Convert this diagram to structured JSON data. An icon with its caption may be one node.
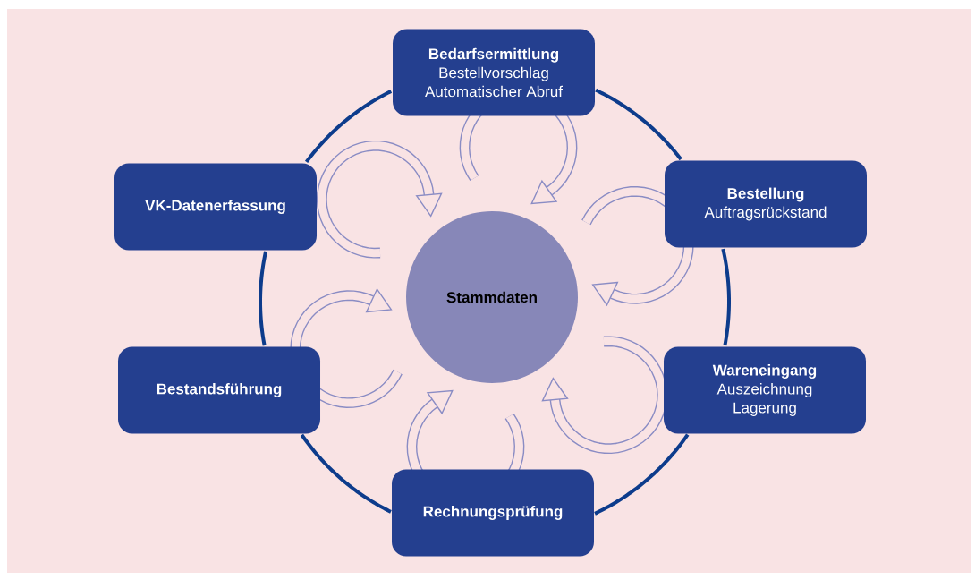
{
  "diagram": {
    "nodes": [
      {
        "text": [
          "Bedarfsermittlung",
          "Bestellvorschlag",
          "Automatischer Abruf"
        ]
      },
      {
        "text": [
          "VK-Datenerfassung"
        ]
      },
      {
        "text": [
          "Bestellung",
          "Auftragsrückstand"
        ]
      },
      {
        "text": [
          "Stammdaten"
        ]
      },
      {
        "text": [
          "Bestandsführung"
        ]
      },
      {
        "text": [
          "Wareneingang",
          "Auszeichnung",
          "Lagerung"
        ]
      },
      {
        "text": [
          "Rechnungsprüfung"
        ]
      }
    ],
    "edges": [
      {
        "from": 0,
        "to": 2,
        "arrow": "none"
      },
      {
        "from": 2,
        "to": 5,
        "arrow": "none"
      },
      {
        "from": 5,
        "to": 6,
        "arrow": "none"
      },
      {
        "from": 6,
        "to": 4,
        "arrow": "none"
      },
      {
        "from": 4,
        "to": 1,
        "arrow": "none"
      },
      {
        "from": 1,
        "to": 0,
        "arrow": "none"
      }
    ]
  }
}
